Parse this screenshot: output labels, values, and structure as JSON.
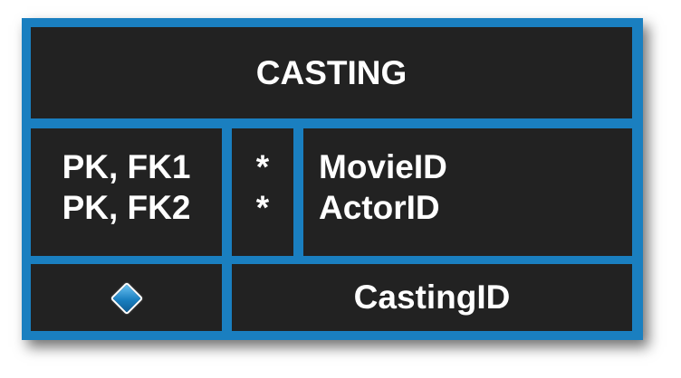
{
  "entity": {
    "name": "CASTING",
    "key_labels": [
      "PK, FK1",
      "PK, FK2"
    ],
    "required_markers": [
      "*",
      "*"
    ],
    "attributes": [
      "MovieID",
      "ActorID"
    ],
    "surrogate_key": {
      "icon": "diamond-icon",
      "name": "CastingID"
    }
  },
  "colors": {
    "border": "#1a7fc0",
    "cell_background": "#222222",
    "text": "#ffffff"
  }
}
